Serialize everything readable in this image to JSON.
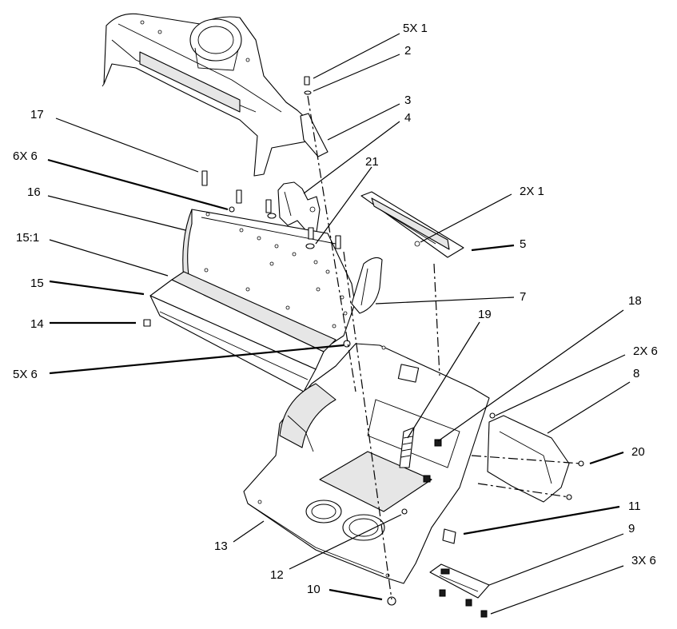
{
  "figure": {
    "callouts": {
      "c_5x1": "5X 1",
      "c_2": "2",
      "c_3": "3",
      "c_4": "4",
      "c_17": "17",
      "c_21": "21",
      "c_2x1": "2X 1",
      "c_6x6": "6X 6",
      "c_16": "16",
      "c_5": "5",
      "c_15_1": "15:1",
      "c_15": "15",
      "c_7": "7",
      "c_14": "14",
      "c_18": "18",
      "c_19": "19",
      "c_5x6": "5X 6",
      "c_2x6": "2X 6",
      "c_8": "8",
      "c_20": "20",
      "c_11": "11",
      "c_9": "9",
      "c_13": "13",
      "c_12": "12",
      "c_3x6": "3X 6",
      "c_10": "10"
    }
  }
}
